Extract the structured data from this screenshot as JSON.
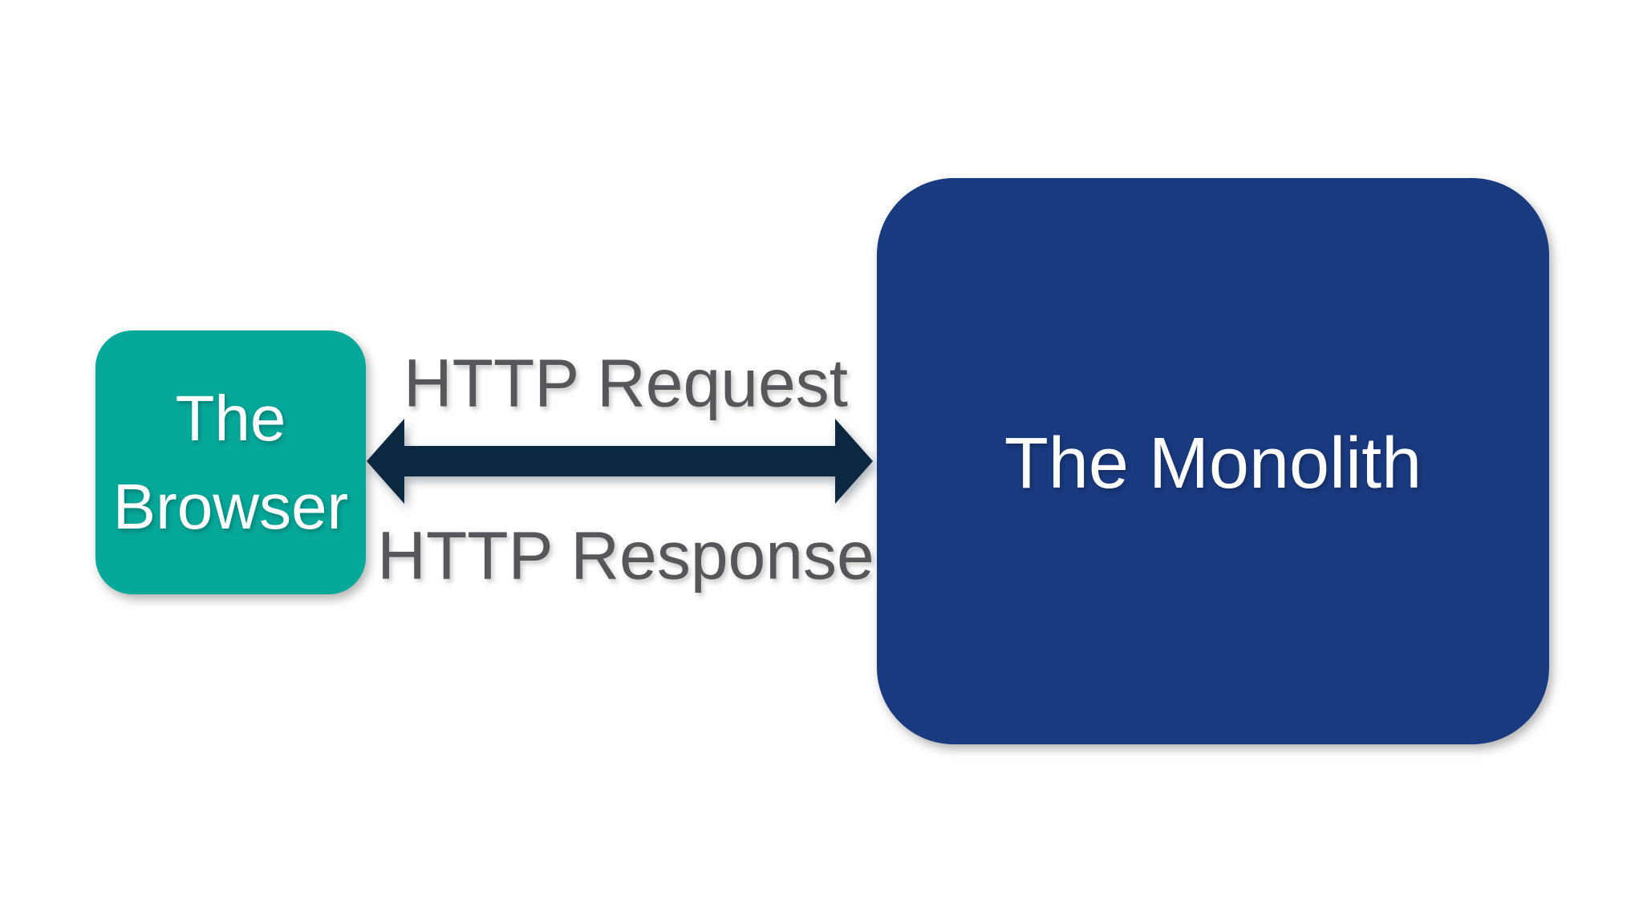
{
  "diagram": {
    "title": "Browser to Monolith HTTP communication",
    "background_color": "#ffffff",
    "nodes": {
      "browser": {
        "label_line1": "The",
        "label_line2": "Browser",
        "fill_color": "#06a89a",
        "text_color": "#ffffff"
      },
      "monolith": {
        "label": "The Monolith",
        "fill_color": "#1a3a80",
        "text_color": "#ffffff"
      }
    },
    "connection": {
      "type": "double-headed-arrow",
      "arrow_color": "#0c2841",
      "label_top": "HTTP Request",
      "label_bottom": "HTTP Response",
      "label_color": "#55575b"
    }
  }
}
